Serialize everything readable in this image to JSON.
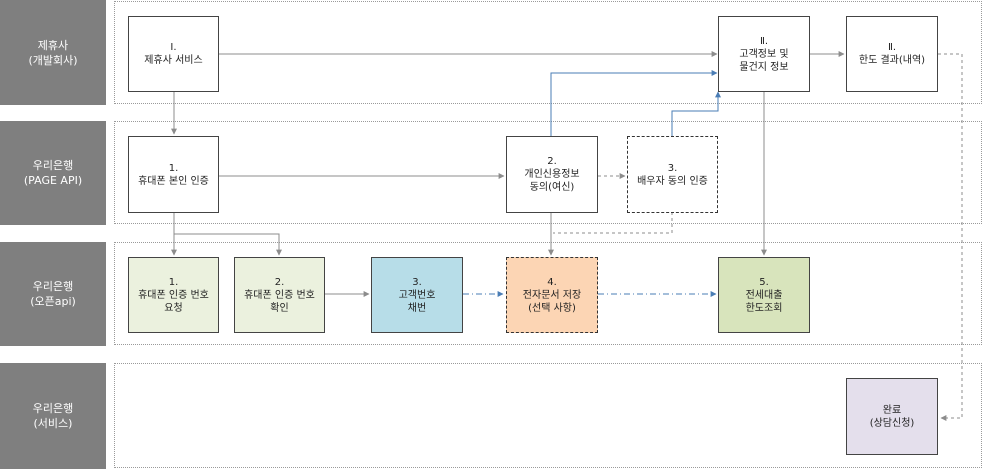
{
  "lanes": [
    {
      "label": "제휴사\n(개발회사)"
    },
    {
      "label": "우리은행\n(PAGE API)"
    },
    {
      "label": "우리은행\n(오픈api)"
    },
    {
      "label": "우리은행\n(서비스)"
    }
  ],
  "nodes": {
    "partner_service": {
      "text": "Ⅰ.\n제휴사 서비스"
    },
    "customer_info": {
      "text": "Ⅱ.\n고객정보 및\n물건지 정보"
    },
    "limit_result": {
      "text": "Ⅱ.\n한도 결과(내역)"
    },
    "phone_auth": {
      "text": "1.\n휴대폰 본인 인증"
    },
    "credit_consent": {
      "text": "2.\n개인신용정보\n동의(여신)"
    },
    "spouse_consent": {
      "text": "3.\n배우자 동의 인증"
    },
    "auth_request": {
      "text": "1.\n휴대폰 인증 번호\n요청"
    },
    "auth_confirm": {
      "text": "2.\n휴대폰 인증 번호\n확인"
    },
    "customer_number": {
      "text": "3.\n고객번호\n채번"
    },
    "edoc_save": {
      "text": "4.\n전자문서 저장\n(선택 사항)"
    },
    "loan_limit": {
      "text": "5.\n전세대출\n한도조회"
    },
    "complete": {
      "text": "완료\n(상담신청)"
    }
  },
  "colors": {
    "lane_label": "#7f7f7f",
    "arrow_gray": "#8c8c8c",
    "arrow_blue": "#4a7db5",
    "fill_green_light": "#ebf1de",
    "fill_blue": "#b7dde8",
    "fill_orange": "#fcd5b4",
    "fill_green": "#d8e4bc",
    "fill_purple": "#e4dfec"
  }
}
